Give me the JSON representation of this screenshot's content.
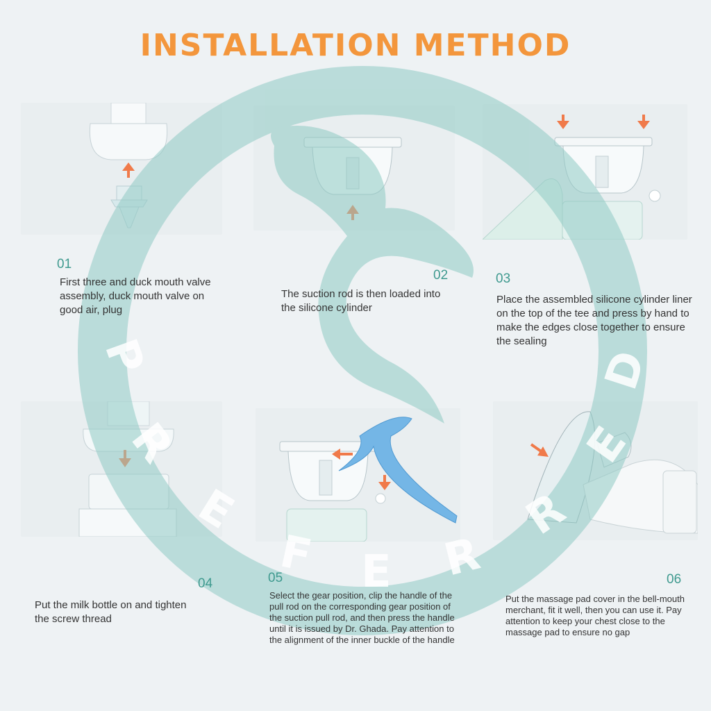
{
  "title": "INSTALLATION METHOD",
  "watermark_text": "PREFERRED",
  "colors": {
    "title": "#f3963c",
    "step_number": "#3f9a8f",
    "arrow": "#f07a4a",
    "watermark": "#8fcbc4",
    "handle": "#6fb2e4"
  },
  "steps": [
    {
      "number": "01",
      "text": "First three and duck mouth valve assembly, duck mouth valve on good air, plug"
    },
    {
      "number": "02",
      "text": "The suction rod is then loaded into the silicone cylinder"
    },
    {
      "number": "03",
      "text": "Place the assembled silicone cylinder liner on the top of the tee and press by hand to make the edges close together to ensure the sealing"
    },
    {
      "number": "04",
      "text": "Put the milk bottle on and tighten the screw thread"
    },
    {
      "number": "05",
      "text": "Select the gear position, clip the handle of the pull rod on the corresponding gear position of the suction pull rod, and then press the handle until it is issued by Dr. Ghada. Pay attention to the alignment of the inner buckle of the handle"
    },
    {
      "number": "06",
      "text": "Put the massage pad cover in the bell-mouth merchant, fit it well, then you can use it. Pay attention to keep your chest close to the massage pad to ensure no gap"
    }
  ]
}
